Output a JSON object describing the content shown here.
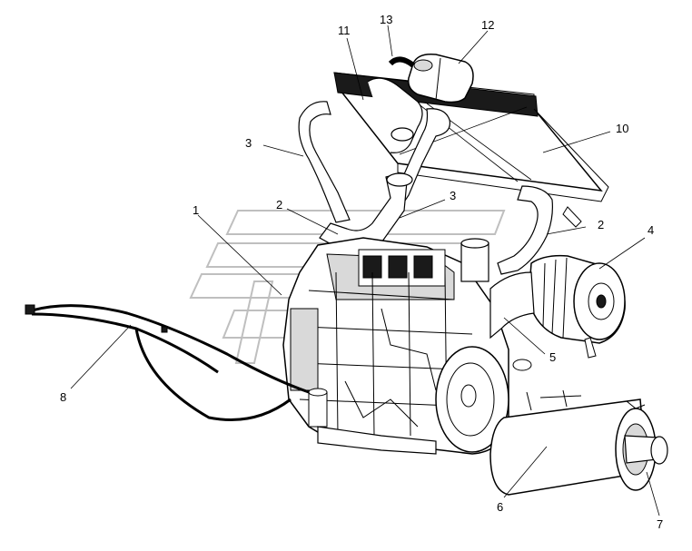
{
  "callouts": [
    {
      "id": "c1",
      "label": "1"
    },
    {
      "id": "c2a",
      "label": "2"
    },
    {
      "id": "c2b",
      "label": "2"
    },
    {
      "id": "c3a",
      "label": "3"
    },
    {
      "id": "c3b",
      "label": "3"
    },
    {
      "id": "c4",
      "label": "4"
    },
    {
      "id": "c5",
      "label": "5"
    },
    {
      "id": "c6",
      "label": "6"
    },
    {
      "id": "c7",
      "label": "7"
    },
    {
      "id": "c8",
      "label": "8"
    },
    {
      "id": "c10",
      "label": "10"
    },
    {
      "id": "c11",
      "label": "11"
    },
    {
      "id": "c12",
      "label": "12"
    },
    {
      "id": "c13",
      "label": "13"
    }
  ]
}
